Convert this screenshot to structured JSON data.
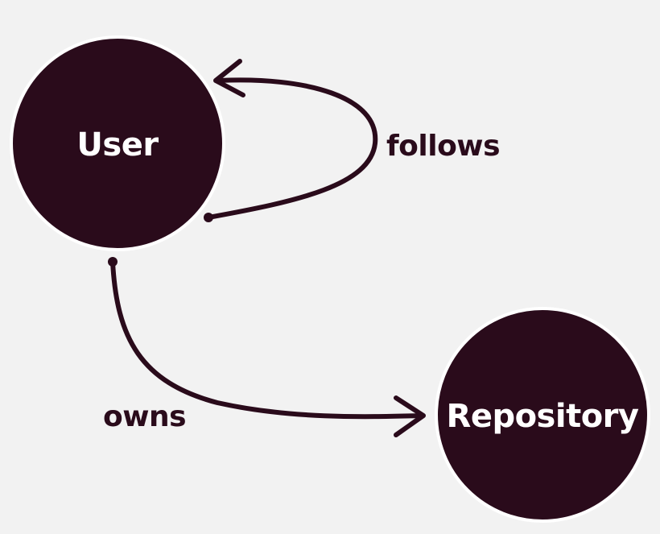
{
  "colors": {
    "background": "#f2f2f2",
    "node_fill": "#2a0b1b",
    "node_outline": "#ffffff",
    "edge": "#2a0b1b",
    "node_text": "#ffffff",
    "edge_text": "#2a0b1b"
  },
  "nodes": {
    "user": {
      "label": "User"
    },
    "repository": {
      "label": "Repository"
    }
  },
  "edges": {
    "follows": {
      "label": "follows",
      "from": "User",
      "to": "User"
    },
    "owns": {
      "label": "owns",
      "from": "User",
      "to": "Repository"
    }
  }
}
